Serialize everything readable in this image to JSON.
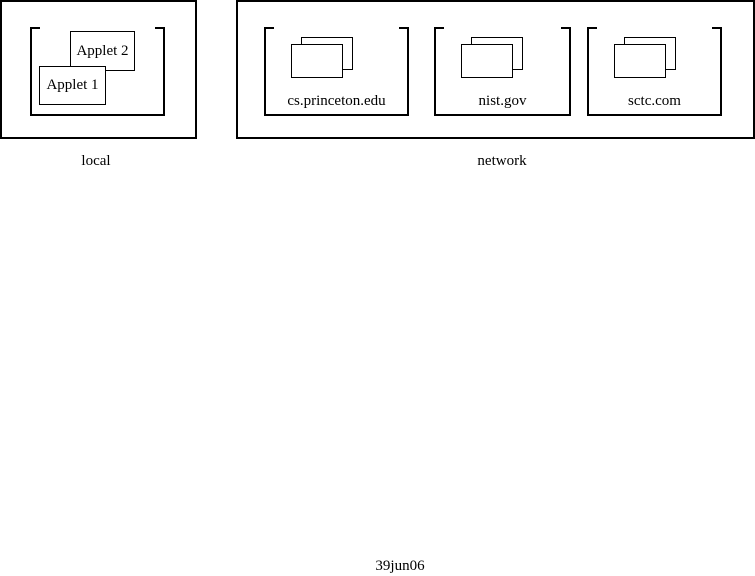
{
  "local": {
    "caption": "local",
    "applets": [
      {
        "label": "Applet 2"
      },
      {
        "label": "Applet 1"
      }
    ]
  },
  "network": {
    "caption": "network",
    "hosts": [
      {
        "label": "cs.princeton.edu"
      },
      {
        "label": "nist.gov"
      },
      {
        "label": "sctc.com"
      }
    ]
  },
  "footer": {
    "text": "39jun06"
  }
}
